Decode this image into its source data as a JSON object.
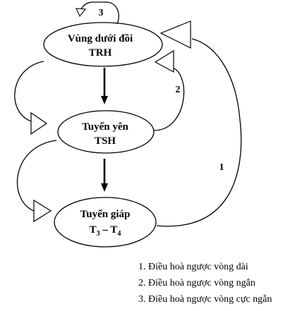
{
  "nodes": {
    "hypothalamus": {
      "line1": "Vùng dưới đồi",
      "line2": "TRH"
    },
    "pituitary": {
      "line1": "Tuyến yên",
      "line2": "TSH"
    },
    "thyroid": {
      "line1": "Tuyến giáp",
      "t": "T",
      "sub3": "3",
      "dash": " – T",
      "sub4": "4"
    }
  },
  "loops": {
    "long": "1",
    "short": "2",
    "ultrashort": "3"
  },
  "legend": [
    "1. Điều hoà ngược vòng dài",
    "2. Điều hoà ngược vòng ngắn",
    "3. Điều hoà ngược vòng cực ngắn"
  ]
}
